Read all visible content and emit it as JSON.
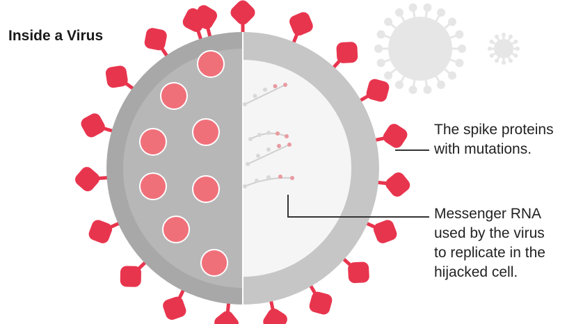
{
  "title": "Inside a Virus",
  "callouts": {
    "spike": {
      "lines": [
        "The spike proteins",
        "with mutations."
      ]
    },
    "rna": {
      "lines": [
        "Messenger RNA",
        "used by the virus",
        "to replicate in the",
        "hijacked cell."
      ]
    }
  },
  "colors": {
    "spike": "#e8354e",
    "spike_light": "#f0707a",
    "capsid_dark": "#a8a8a8",
    "capsid_light": "#c9c9c9",
    "ring": "#c6c6c6",
    "interior": "#f5f5f5",
    "background_virus": "#e6e6e6",
    "leader_line": "#333333"
  },
  "icons": {
    "main": "virus-cross-section-icon",
    "background_large": "virus-silhouette-icon",
    "background_small": "virus-silhouette-small-icon"
  }
}
